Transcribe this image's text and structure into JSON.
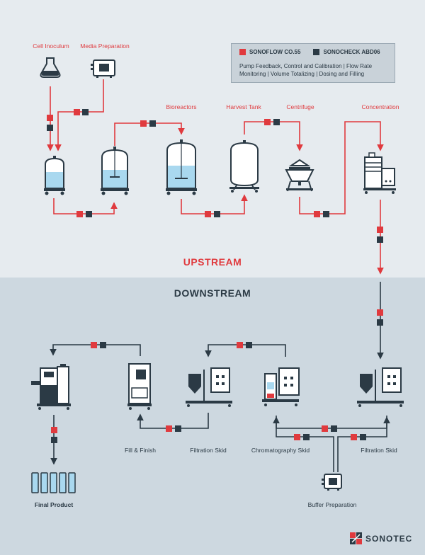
{
  "colors": {
    "red": "#e03a3e",
    "dark": "#2b3a45",
    "liquid": "#a9d8ef",
    "upstream_bg": "#e6ebef",
    "downstream_bg": "#cdd8e0"
  },
  "legend": {
    "sonoflow": "SONOFLOW CO.55",
    "sonocheck": "SONOCHECK ABD06",
    "description": "Pump Feedback, Control and Calibration | Flow Rate Monitoring | Volume Totalizing | Dosing and Filling"
  },
  "upstream": {
    "title": "UPSTREAM",
    "labels": {
      "cell_inoculum": "Cell Inoculum",
      "media_preparation": "Media Preparation",
      "bioreactors": "Bioreactors",
      "harvest_tank": "Harvest Tank",
      "centrifuge": "Centrifuge",
      "concentration": "Concentration"
    }
  },
  "downstream": {
    "title": "DOWNSTREAM",
    "labels": {
      "fill_finish": "Fill & Finish",
      "filtration_skid_left": "Filtration Skid",
      "chromatography_skid": "Chromatography Skid",
      "filtration_skid_right": "Filtration Skid",
      "final_product": "Final Product",
      "buffer_preparation": "Buffer Preparation"
    }
  },
  "brand": {
    "name": "SONOTEC"
  }
}
